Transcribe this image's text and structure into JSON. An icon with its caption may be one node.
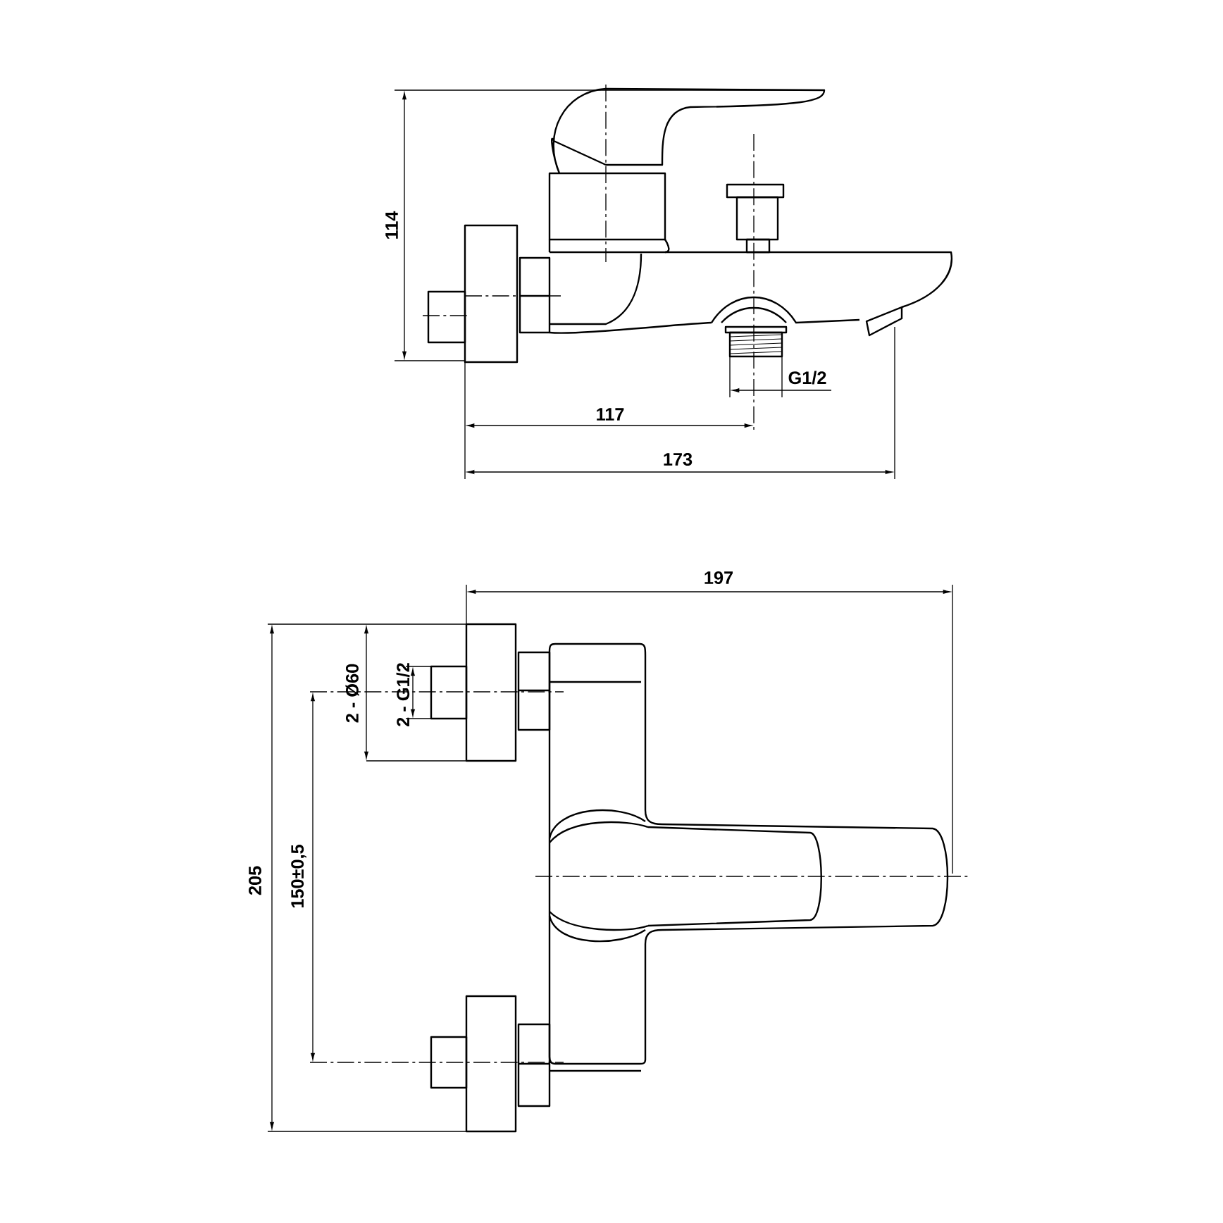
{
  "diagram": {
    "labels": [
      "114",
      "117",
      "173",
      "G1/2",
      "197",
      "2 - Ø60",
      "2 - G1/2",
      "150±0,5",
      "205"
    ]
  }
}
